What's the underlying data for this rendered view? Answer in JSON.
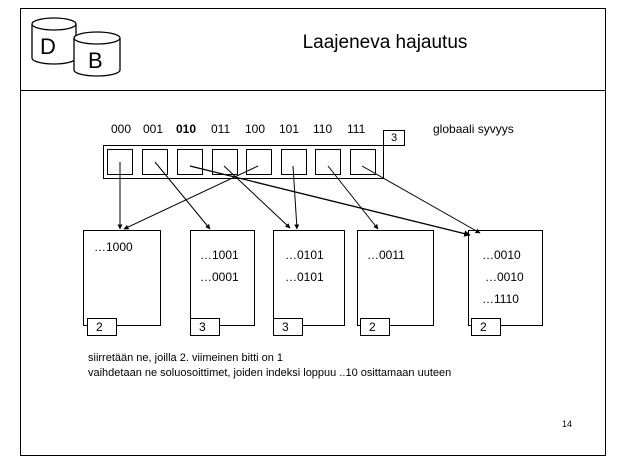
{
  "title": "Laajeneva hajautus",
  "logo": {
    "letter1": "D",
    "letter2": "B"
  },
  "directory": {
    "indices": [
      "000",
      "001",
      "010",
      "011",
      "100",
      "101",
      "110",
      "111"
    ],
    "global_depth": "3",
    "global_depth_label": "globaali syvyys"
  },
  "buckets": [
    {
      "lines": [
        "…1000"
      ],
      "local_depth": "2"
    },
    {
      "lines": [
        "…1001",
        "…0001"
      ],
      "local_depth": "3"
    },
    {
      "lines": [
        "…0101",
        "…0101"
      ],
      "local_depth": "3"
    },
    {
      "lines": [
        "…0011"
      ],
      "local_depth": "2"
    },
    {
      "lines": [
        "…0010",
        "…0010",
        "…1110"
      ],
      "local_depth": "2"
    }
  ],
  "notes": [
    "siirretään ne, joilla 2. viimeinen bitti on 1",
    "vaihdetaan ne soluosoittimet,  joiden indeksi loppuu ..10 osittamaan uuteen"
  ],
  "page_number": "14"
}
